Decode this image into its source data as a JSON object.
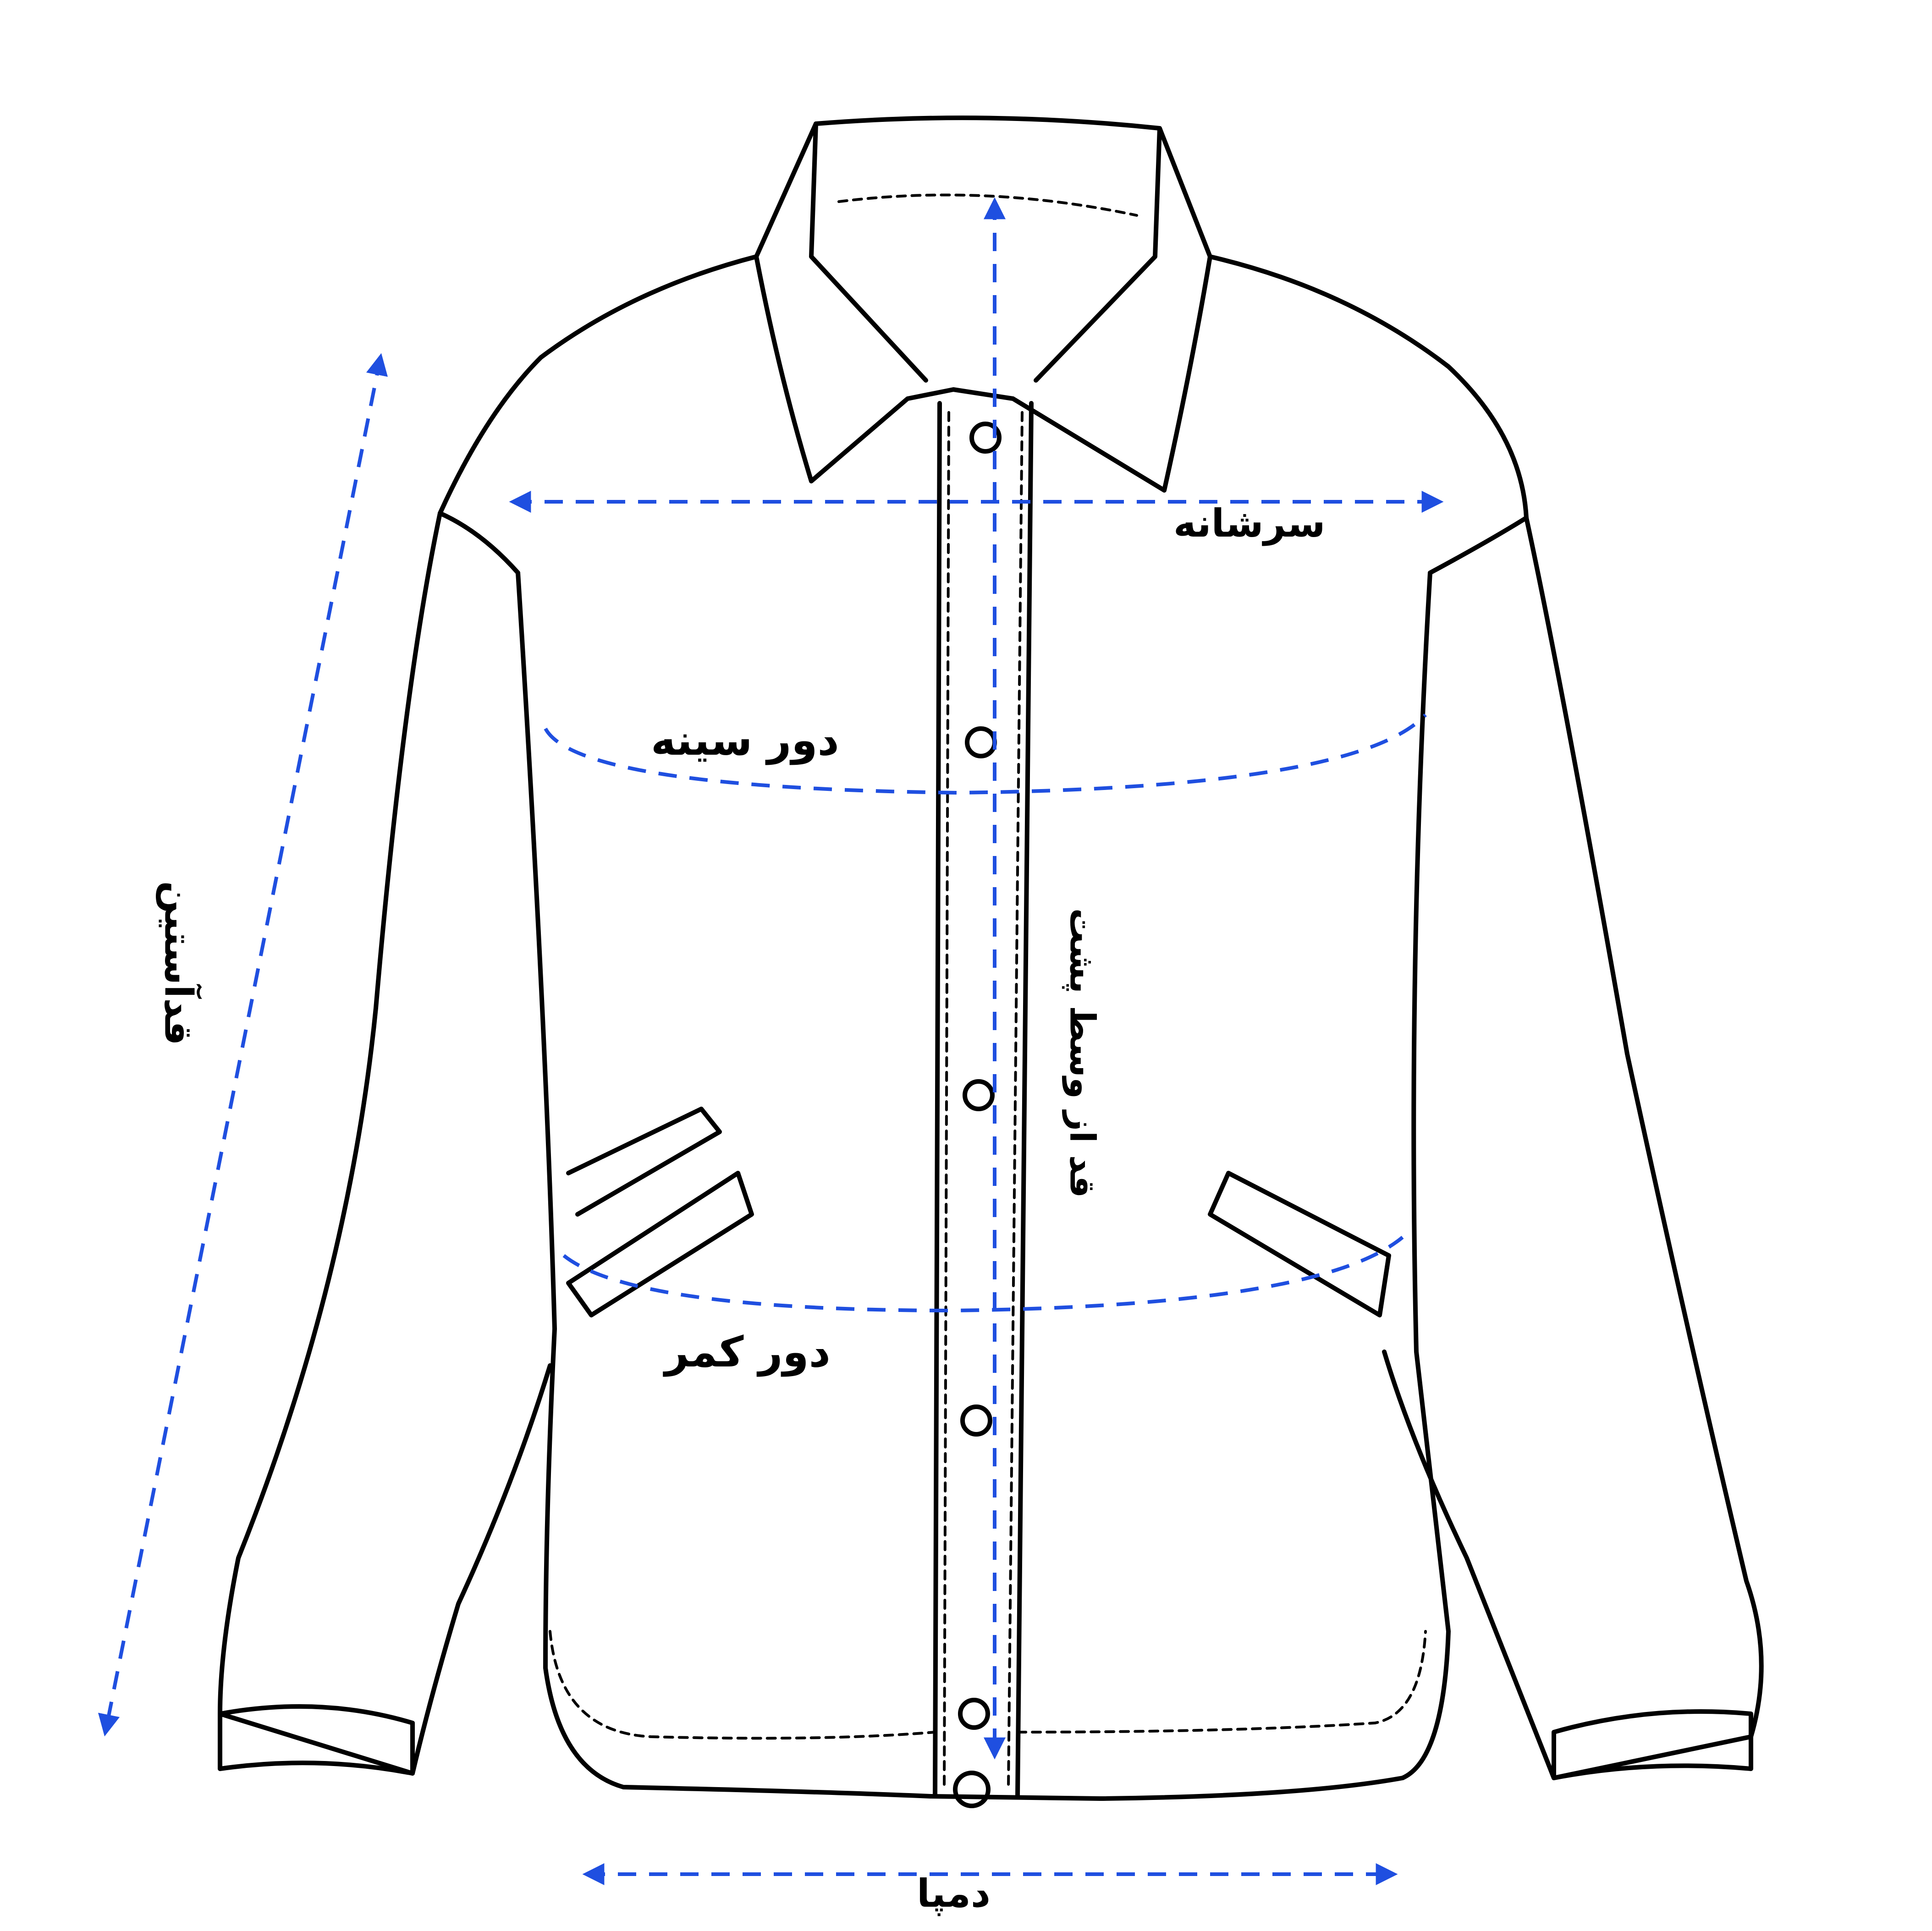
{
  "labels": {
    "shoulder": "سرشانه",
    "chest": "دور سینه",
    "waist": "دور کمر",
    "hem": "دمپا",
    "sleeve_length": "قدآستین",
    "back_length": "قد از وسط پشت"
  },
  "colors": {
    "measure_line": "#1f4fe0",
    "outline": "#000000",
    "background": "#ffffff"
  }
}
